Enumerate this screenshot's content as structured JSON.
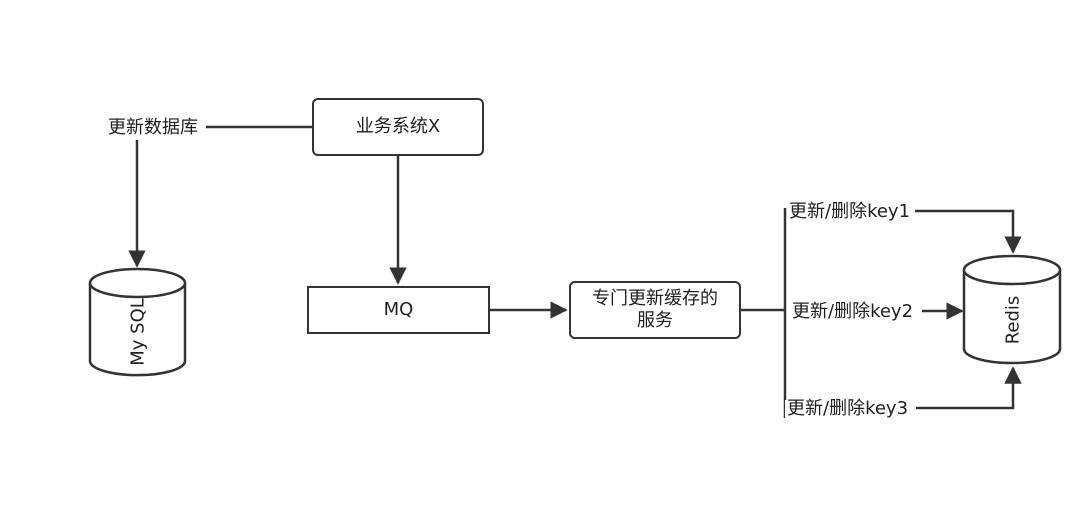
{
  "nodes": {
    "business_system": "业务系统X",
    "mq": "MQ",
    "cache_service_line1": "专门更新缓存的",
    "cache_service_line2": "服务",
    "mysql": "My SQL",
    "redis": "Redis"
  },
  "edges": {
    "update_db": "更新数据库",
    "update_key1": "更新/删除key1",
    "update_key2": "更新/删除key2",
    "update_key3": "更新/删除key3"
  },
  "colors": {
    "stroke": "#333333",
    "text": "#1f1f1f",
    "background": "#ffffff"
  }
}
